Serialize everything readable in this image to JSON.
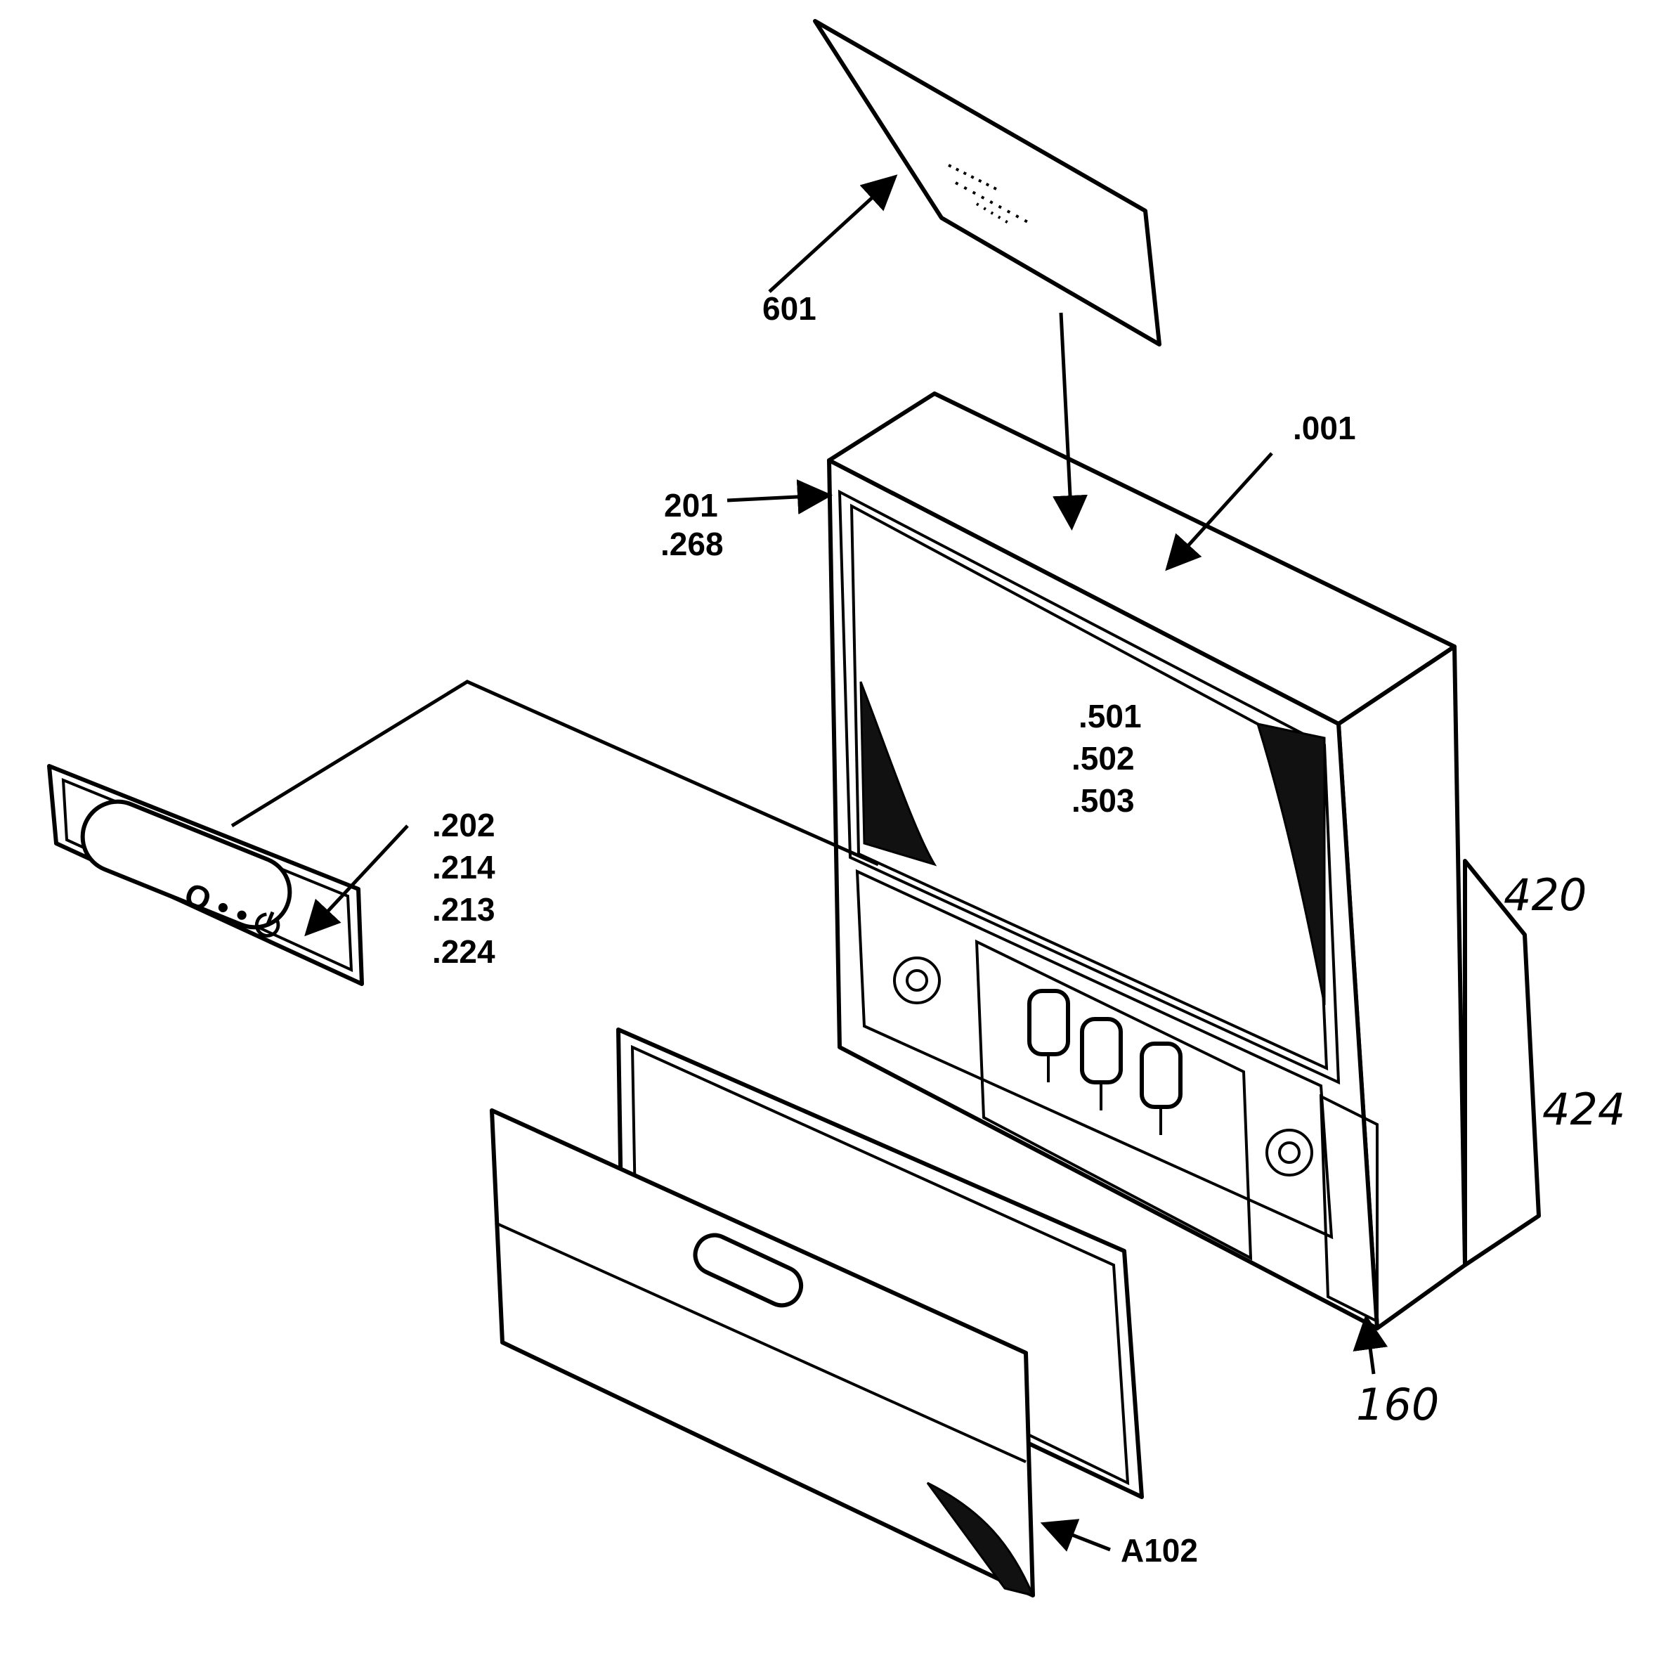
{
  "diagram": {
    "labels": {
      "l601": "601",
      "l001": ".001",
      "l201": "201",
      "l268": ".268",
      "l501": ".501",
      "l502": ".502",
      "l503": ".503",
      "l202": ".202",
      "l214": ".214",
      "l213": ".213",
      "l224": ".224",
      "l420": "420",
      "l424": "424",
      "l160": "160",
      "lA102": "A102"
    },
    "control_glyph": "O • • ⏻"
  }
}
